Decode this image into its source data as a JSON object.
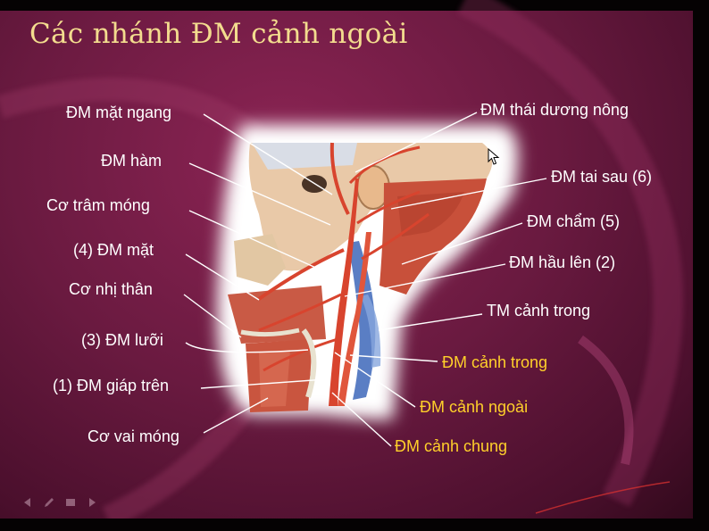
{
  "slide": {
    "title": "Các nhánh ĐM cảnh ngoài",
    "colors": {
      "background": "#6a1a40",
      "title": "#f3dc8e",
      "label_white": "#ffffff",
      "label_yellow": "#ffd02a",
      "leader": "#ffffff"
    }
  },
  "labels_left": [
    "ĐM mặt ngang",
    "ĐM hàm",
    "Cơ trâm móng",
    "(4) ĐM mặt",
    "Cơ nhị thân",
    "(3) ĐM lưỡi",
    "(1) ĐM giáp trên",
    "Cơ vai móng"
  ],
  "labels_right": [
    "ĐM thái dương nông",
    "ĐM tai sau (6)",
    "ĐM chẩm (5)",
    "ĐM hầu lên (2)",
    "TM cảnh trong"
  ],
  "labels_right_highlight": [
    "ĐM cảnh trong",
    "ĐM cảnh ngoài",
    "ĐM cảnh chung"
  ],
  "nav_icons": [
    "prev-arrow-icon",
    "pen-icon",
    "menu-icon",
    "next-arrow-icon"
  ]
}
